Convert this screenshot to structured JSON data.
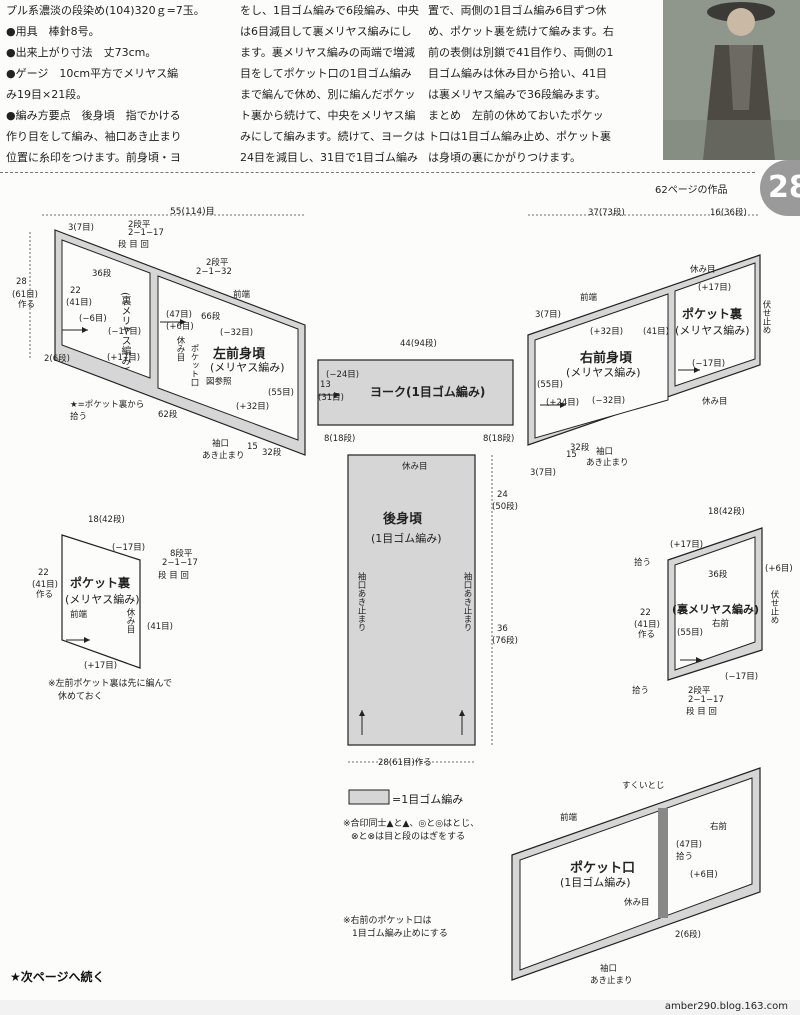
{
  "text_col1": [
    "プル系濃淡の段染め(104)320ｇ=7玉。",
    "●用具　棒針8号。",
    "●出来上がり寸法　丈73cm。",
    "●ゲージ　10cm平方でメリヤス編",
    "み19目×21段。",
    "●編み方要点　後身頃　指でかける",
    "作り目をして編み、袖口あき止まり",
    "位置に糸印をつけます。前身頃・ヨ"
  ],
  "text_col2": [
    "をし、1目ゴム編みで6段編み、中央",
    "は6目減目して裏メリヤス編みにし",
    "ます。裏メリヤス編みの両端で増減",
    "目をしてポケット口の1目ゴム編み",
    "まで編んで休め、別に編んだポケッ",
    "ト裏から続けて、中央をメリヤス編",
    "みにして編みます。続けて、ヨークは",
    "24目を減目し、31目で1目ゴム編み"
  ],
  "text_col3": [
    "置で、両側の1目ゴム編み6目ずつ休",
    "め、ポケット裏を続けて編みます。右",
    "前の表側は別鎖で41目作り、両側の1",
    "目ゴム編みは休み目から拾い、41目",
    "は裏メリヤス編みで36段編みます。",
    "まとめ　左前の休めておいたポケッ",
    "ト口は1目ゴム編み止め、ポケット裏",
    "は身頃の裏にかがりつけます。"
  ],
  "page_number": "28",
  "works_ref": "62ページの作品",
  "pieces": {
    "left_front_title": "左前身頃",
    "left_front_sub": "(メリヤス編み)",
    "left_front_ref": "図参照",
    "left_inner": "(裏メリヤス編み)",
    "right_front_title": "右前身頃",
    "right_front_sub": "(メリヤス編み)",
    "pocket_back_right_title": "ポケット裏",
    "pocket_back_right_sub": "(メリヤス編み)",
    "yoke": "ヨーク(1目ゴム編み)",
    "back_title": "後身頃",
    "back_sub": "(1目ゴム編み)",
    "pocket_back_left_title": "ポケット裏",
    "pocket_back_left_sub": "(メリヤス編み)",
    "right_pocket_inner": "(裏メリヤス編み)",
    "pocket_mouth_title": "ポケット口",
    "pocket_mouth_sub": "(1目ゴム編み)"
  },
  "dims": {
    "top_55": "55(114)目",
    "l_3_7": "3(7目)",
    "l_2dan": "2段平",
    "l_2117": "2−1−17",
    "l_dan": "段 目 回",
    "l_28": "28",
    "l_61": "(61目)",
    "l_saku": "作る",
    "l_36": "36段",
    "l_22": "22",
    "l_41": "(41目)",
    "l_m6": "(−6目)",
    "l_2": "2(6段)",
    "l_m17": "(−17目)",
    "l_p17": "(+17目)",
    "l_47": "(47目)",
    "l_p6": "(+6目)",
    "l_66": "66段",
    "l_m32": "(−32目)",
    "l_2dan2": "2段平",
    "l_2132": "2−1−32",
    "l_zenpan": "前端",
    "l_55": "(55目)",
    "l_p32": "(+32目)",
    "l_62": "62段",
    "l_sode": "袖口",
    "l_aki": "あき止まり",
    "l_15": "15",
    "l_32dan": "32段",
    "l_star": "★=ポケット裏から拾う",
    "l_yasumi": "休み目",
    "l_pocket_ko": "ポケット口",
    "y_44": "44(94段)",
    "y_m24": "(−24目)",
    "y_13": "13",
    "y_31": "(31目)",
    "y_8": "8(18段)",
    "r_37": "37(73段)",
    "r_16": "16(36段)",
    "r_yasumi": "休み目",
    "r_p17": "(+17目)",
    "r_3": "3(7目)",
    "r_zenpan": "前端",
    "r_p32": "(+32目)",
    "r_41": "(41目)",
    "r_fuse": "伏せ止め",
    "r_55": "(55目)",
    "r_p24": "(+24目)",
    "r_m32": "(−32目)",
    "r_m17": "(−17目)",
    "r_15": "15",
    "r_32": "32段",
    "r_sode": "袖口",
    "r_aki": "あき止まり",
    "r_3b": "3(7目)",
    "b_24": "24",
    "b_50": "(50段)",
    "b_36": "36",
    "b_76": "(76段)",
    "b_28": "28(61目)作る",
    "b_yasumi": "休み目",
    "b_sode": "袖口あき止まり",
    "pl_18": "18(42段)",
    "pl_m17": "(−17目)",
    "pl_8": "8段平",
    "pl_2117": "2−1−17",
    "pl_dan": "段 目 回",
    "pl_22": "22",
    "pl_41": "(41目)",
    "pl_saku": "作る",
    "pl_zenpan": "前端",
    "pl_yasumi": "休み目",
    "pl_41b": "(41目)",
    "pl_p17": "(+17目)",
    "pr_18": "18(42段)",
    "pr_p17": "(+17目)",
    "pr_hiro": "拾う",
    "pr_36": "36段",
    "pr_p6": "(+6目)",
    "pr_22": "22",
    "pr_41": "(41目)",
    "pr_saku": "作る",
    "pr_55": "(55目)",
    "pr_migimae": "右前",
    "pr_fuse": "伏せ止め",
    "pr_m17": "(−17目)",
    "pr_hiro2": "拾う",
    "pr_2dan": "2段平",
    "pr_2117": "2−1−17",
    "pr_dan": "段 目 回",
    "pm_sukui": "すくいとじ",
    "pm_zenpan": "前端",
    "pm_migimae": "右前",
    "pm_47": "(47目)",
    "pm_hiro": "拾う",
    "pm_p6": "(+6目)",
    "pm_yasumi": "休み目",
    "pm_2": "2(6段)",
    "pm_sode": "袖口",
    "pm_aki": "あき止まり"
  },
  "notes": {
    "legend": "=1目ゴム編み",
    "left_pocket_note_1": "※左前ポケット裏は先に編んで",
    "left_pocket_note_2": "休めておく",
    "match_note_1": "※合印同士▲と▲、◎と◎はとじ、",
    "match_note_2": "⊗と⊗は目と段のはぎをする",
    "right_pocket_note_1": "※右前のポケット口は",
    "right_pocket_note_2": "1目ゴム編み止めにする"
  },
  "footer": "★次ページへ続く",
  "blog": "amber290.blog.163.com",
  "colors": {
    "rib_fill": "#d6d6d6",
    "line": "#222222",
    "paper": "#fcfcfa"
  }
}
